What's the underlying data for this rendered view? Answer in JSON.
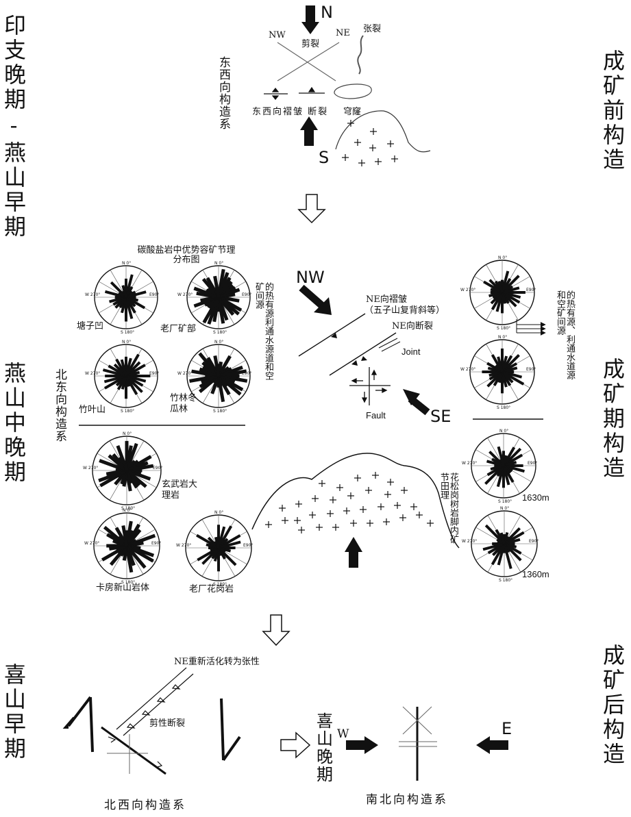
{
  "side": {
    "left_top": "印支晚期-燕山早期",
    "left_mid": "燕山中晚期",
    "left_bot": "喜山早期",
    "right_top": "成矿前构造",
    "right_mid": "成矿期构造",
    "right_bot": "成矿后构造"
  },
  "pre": {
    "system": "东西向构造系",
    "n": "N",
    "s": "S",
    "nw": "NW",
    "ne": "NE",
    "shear": "剪裂",
    "tension": "张裂",
    "fold_fault": "东西向褶皱 断裂",
    "dome": "穹窿"
  },
  "mid": {
    "carbonate_title": "碳酸盐岩中优势容矿节理分布图",
    "rose_tangzi": "塘子凹",
    "rose_laochang": "老厂矿部",
    "rose_zhuyeshan": "竹叶山",
    "rose_zhulin": "竹林冬瓜林",
    "rose_basalt": "玄武岩大理岩",
    "rose_kafang": "卡房新山岩体",
    "rose_laochang_granite": "老厂花岗岩",
    "heat_source_left": "的热有源利通水源道和空矿间源",
    "heat_source_right": "的热有源、利通水道源和空矿间源",
    "ne_system": "北东向构造系",
    "nw": "NW",
    "se": "SE",
    "ne_fold": "NE向褶皱",
    "ne_fold_sub": "（五子山复背斜等）",
    "ne_fault": "NE向断裂",
    "joint": "Joint",
    "fault": "Fault",
    "granite_joint": "花松岗树岩脚内矿节田理",
    "elev_1630": "1630m",
    "elev_1360": "1360m",
    "rose_n": "N 0°",
    "rose_s": "S 180°",
    "rose_e": "E90°",
    "rose_w": "W 270°"
  },
  "post": {
    "ne_reactivate": "NE重新活化转为张性",
    "shear_fault": "剪性断裂",
    "nw_system": "北西向构造系",
    "late": "喜山晚期",
    "w": "W",
    "e": "E",
    "ns_system": "南北向构造系"
  }
}
